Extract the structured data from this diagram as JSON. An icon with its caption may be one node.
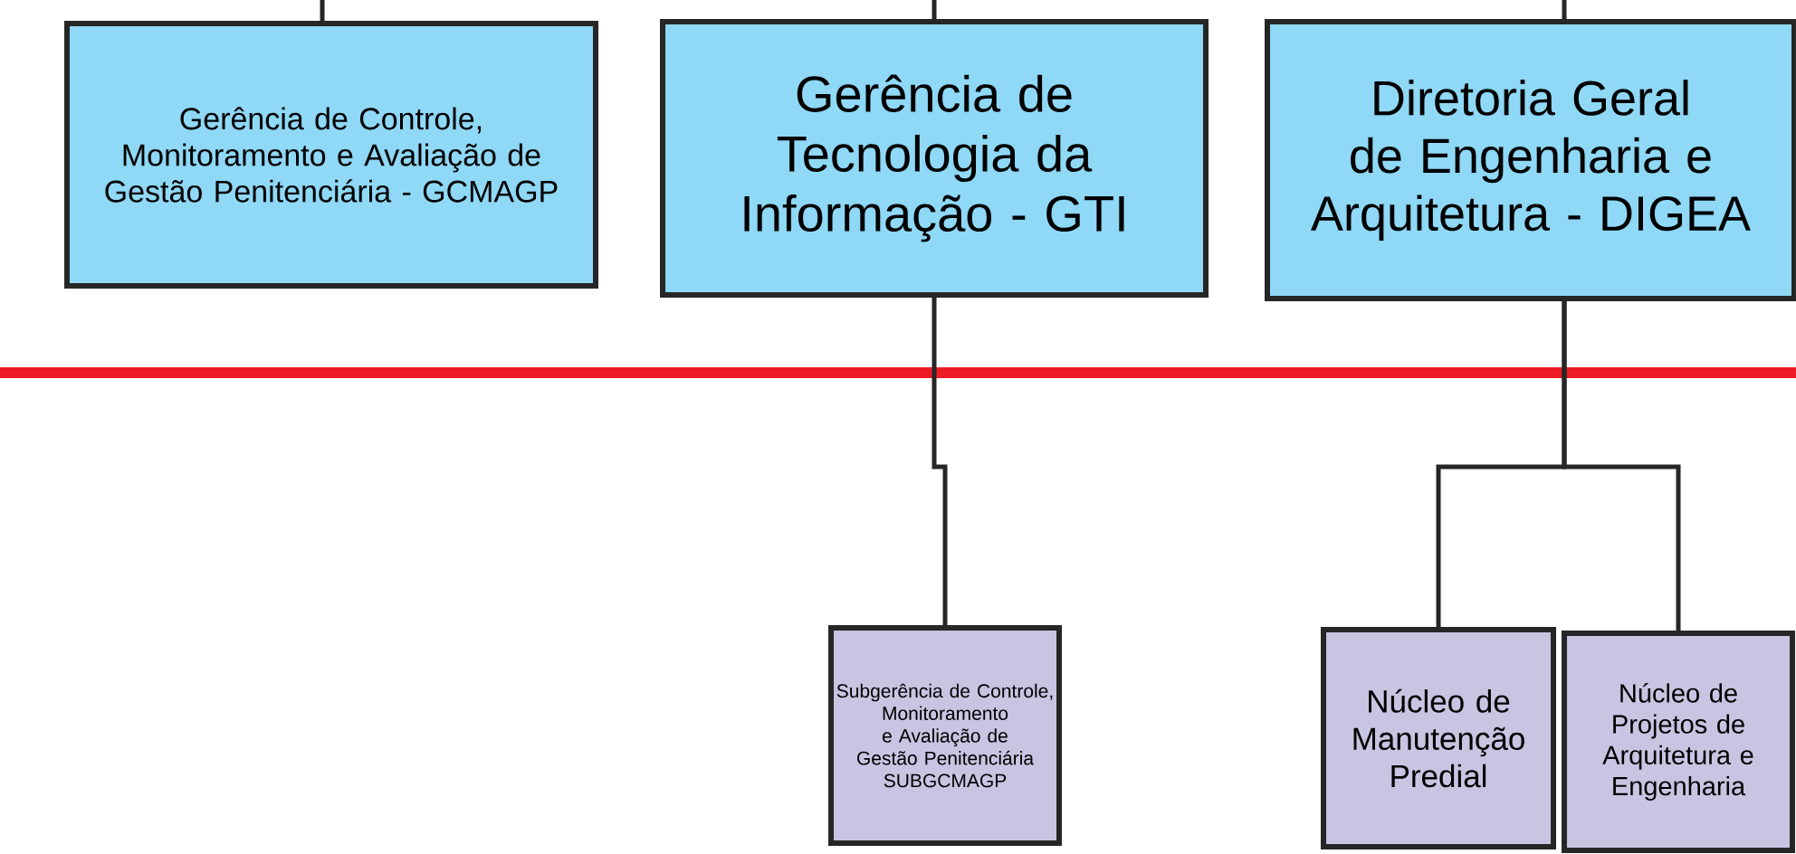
{
  "diagram": {
    "nodes": [
      {
        "text": [
          "Gerência de Controle, Monitoramento e Avaliação de Gestão Penitenciária - GCMAGP"
        ]
      },
      {
        "text": [
          "Gerência de Tecnologia da Informação - GTI"
        ]
      },
      {
        "text": [
          "Diretoria Geral de Engenharia e Arquitetura - DIGEA"
        ]
      },
      {
        "text": [
          "Subgerência de Controle, Monitoramento e Avaliação de Gestão Penitenciária SUBGCMAGP"
        ]
      },
      {
        "text": [
          "Núcleo de Manutenção Predial"
        ]
      },
      {
        "text": [
          "Núcleo de Projetos de Arquitetura e Engenharia"
        ]
      }
    ],
    "edges": [
      {
        "from": null,
        "to": 0,
        "arrow": "none"
      },
      {
        "from": null,
        "to": 1,
        "arrow": "none"
      },
      {
        "from": null,
        "to": 2,
        "arrow": "none"
      },
      {
        "from": 1,
        "to": 3,
        "arrow": "none"
      },
      {
        "from": 2,
        "to": 4,
        "arrow": "none"
      },
      {
        "from": 2,
        "to": 5,
        "arrow": "none"
      }
    ]
  }
}
